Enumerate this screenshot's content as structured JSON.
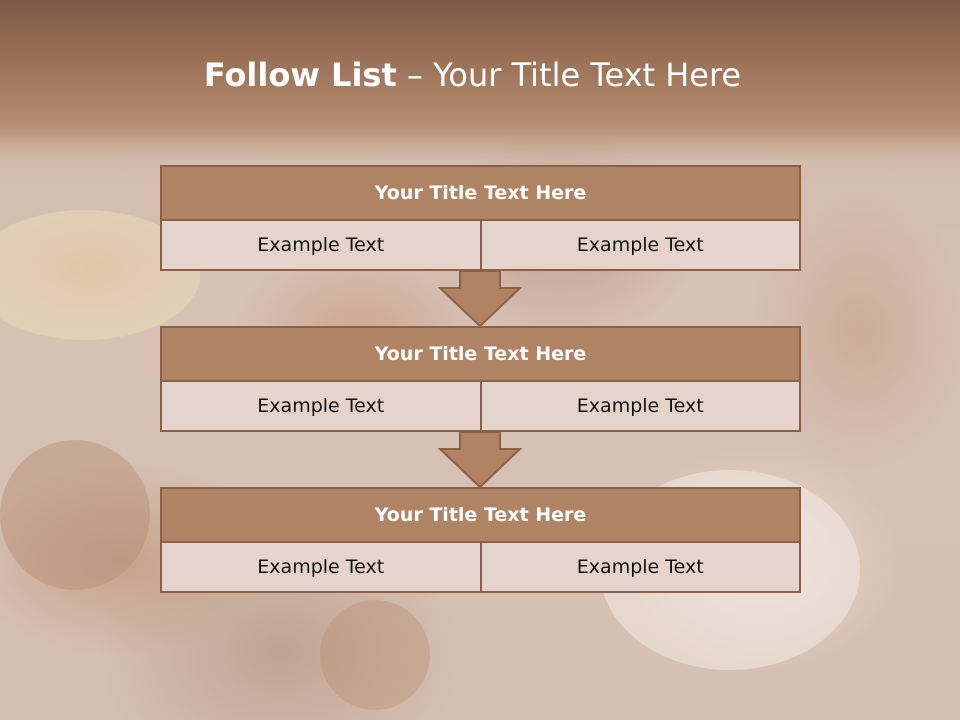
{
  "slide": {
    "title_bold": "Follow List",
    "title_rest": " – Your Title Text Here"
  },
  "blocks": [
    {
      "title": "Your Title Text Here",
      "left": "Example Text",
      "right": "Example Text"
    },
    {
      "title": "Your Title Text Here",
      "left": "Example Text",
      "right": "Example Text"
    },
    {
      "title": "Your Title Text Here",
      "left": "Example Text",
      "right": "Example Text"
    }
  ],
  "colors": {
    "header_band": "#9c7358",
    "block_head": "#b08365",
    "block_border": "#8a6046",
    "cell_fill": "#e4d4cb"
  }
}
